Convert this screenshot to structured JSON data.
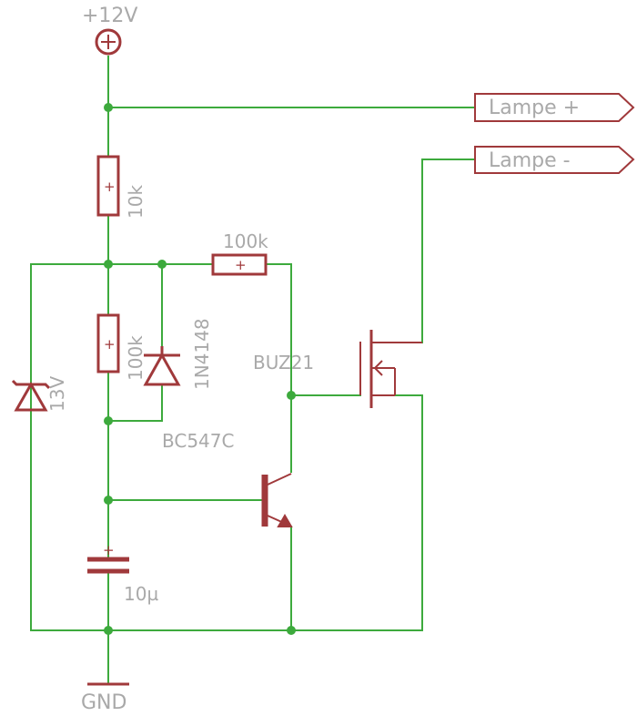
{
  "supply": {
    "label": "+12V"
  },
  "ground": {
    "label": "GND"
  },
  "outputs": [
    {
      "label": "Lampe +"
    },
    {
      "label": "Lampe -"
    }
  ],
  "components": {
    "r1": {
      "value": "10k"
    },
    "r2": {
      "value": "100k"
    },
    "r3": {
      "value": "100k"
    },
    "d1": {
      "part": "1N4148"
    },
    "dz": {
      "value": "13V"
    },
    "q1": {
      "part": "BC547C"
    },
    "m1": {
      "part": "BUZ21"
    },
    "c1": {
      "value": "10µ"
    }
  },
  "resistor_mark": "+",
  "colors": {
    "wire": "#3daa3d",
    "component": "#a0393b",
    "label": "#a9a9a9",
    "background": "#ffffff"
  }
}
